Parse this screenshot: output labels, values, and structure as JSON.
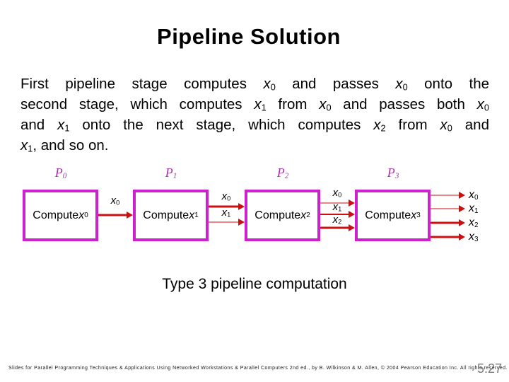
{
  "slide": {
    "title": "Pipeline Solution",
    "body_lines": [
      "First pipeline stage computes x_0 and passes x_0 onto the",
      "second stage, which computes x_1 from x_0 and passes both x_0",
      "and x_1 onto the next stage, which computes x_2 from x_0 and",
      "x_1, and so on."
    ],
    "caption": "Type 3 pipeline computation",
    "footer": "Slides for Parallel Programming Techniques & Applications Using Networked Workstations & Parallel Computers 2nd ed., by B. Wilkinson & M. Allen, © 2004 Pearson Education Inc. All rights reserved.",
    "page_number": "5.27"
  },
  "diagram": {
    "stages": [
      {
        "processor": "P_0",
        "label": "Compute x_0"
      },
      {
        "processor": "P_1",
        "label": "Compute x_1"
      },
      {
        "processor": "P_2",
        "label": "Compute x_2"
      },
      {
        "processor": "P_3",
        "label": "Compute x_3"
      }
    ],
    "links": [
      {
        "labels": [
          "x_0"
        ]
      },
      {
        "labels": [
          "x_0",
          "x_1"
        ]
      },
      {
        "labels": [
          "x_0",
          "x_1",
          "x_2"
        ]
      }
    ],
    "outputs": [
      "x_0",
      "x_1",
      "x_2",
      "x_3"
    ]
  },
  "colors": {
    "box_border": "#cc22cc",
    "processor_label": "#aa33aa",
    "arrow": "#cc0f0f",
    "page_number": "#7a7a7a"
  }
}
